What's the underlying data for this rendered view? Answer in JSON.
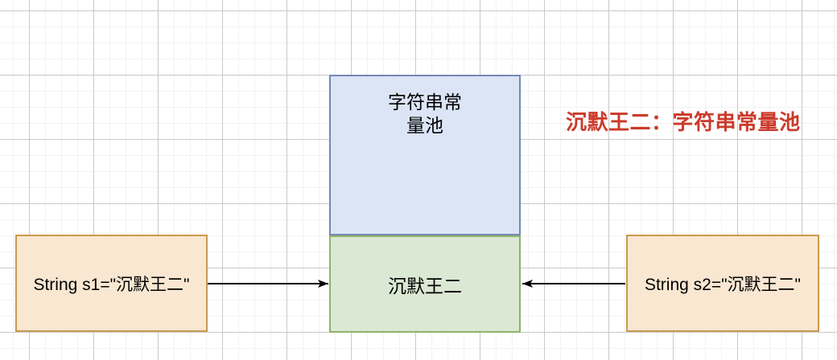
{
  "diagram": {
    "pool_title": "字符串常\n量池",
    "pool_value": "沉默王二",
    "s1_code": "String s1=\"沉默王二\"",
    "s2_code": "String s2=\"沉默王二\"",
    "annotation": "沉默王二：字符串常量池"
  },
  "colors": {
    "blue-fill": "#dce5f6",
    "blue-stroke": "#7387b3",
    "green-fill": "#dbe8d3",
    "green-stroke": "#8fb36a",
    "orange-fill": "#f9e7d2",
    "orange-stroke": "#c89a4e",
    "annotation": "#cb3a2a",
    "arrow": "#000000",
    "grid-minor": "#f2f2f2",
    "grid-major": "#c9c9c9",
    "text": "#000000"
  }
}
